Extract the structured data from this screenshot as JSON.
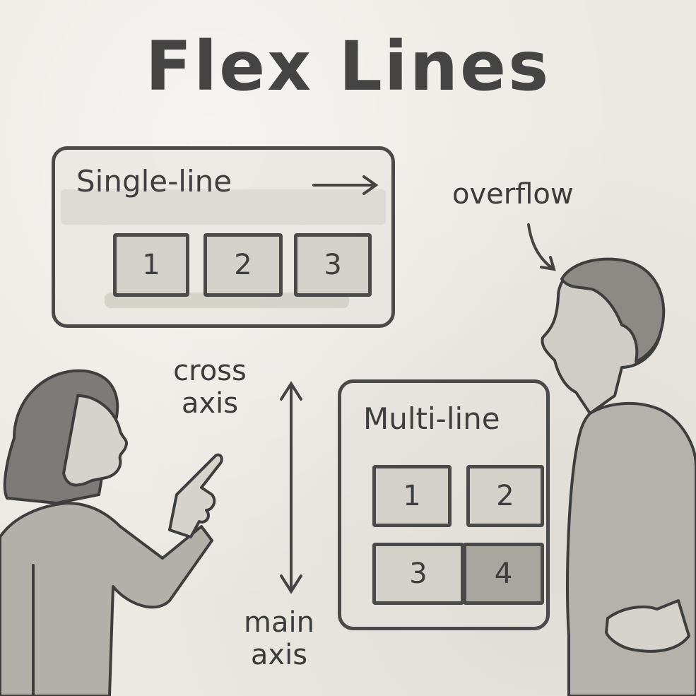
{
  "title": "Flex Lines",
  "single_line": {
    "label": "Single-line",
    "items": [
      "1",
      "2",
      "3"
    ]
  },
  "multi_line": {
    "label": "Multi-line",
    "items": [
      "1",
      "2",
      "3",
      "4"
    ]
  },
  "annotations": {
    "overflow": "overflow",
    "cross_axis_line1": "cross",
    "cross_axis_line2": "axis",
    "main_axis_line1": "main",
    "main_axis_line2": "axis"
  },
  "icons": [
    "arrow-right-icon",
    "curved-arrow-icon",
    "double-headed-vertical-arrow-icon"
  ],
  "colors": {
    "ink": "#4a4a4a",
    "paper": "#ece9e3",
    "box": "#d4d1cb",
    "box_dark": "#a9a6a0"
  }
}
